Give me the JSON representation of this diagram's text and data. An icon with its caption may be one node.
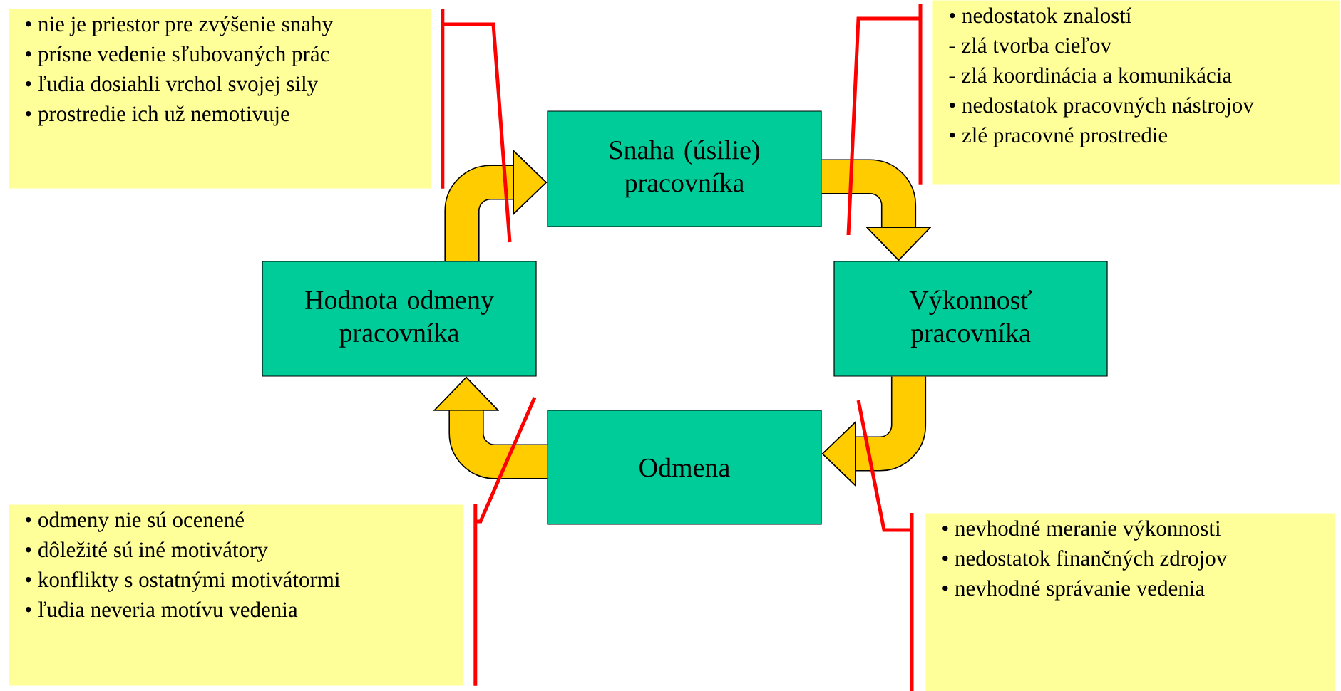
{
  "diagram": {
    "nodes": [
      {
        "text": [
          "• nie je priestor pre zvýšenie snahy",
          "• prísne vedenie sľubovaných prác",
          "• ľudia dosiahli vrchol svojej sily",
          "• prostredie ich už nemotivuje"
        ]
      },
      {
        "text": [
          "Snaha (úsilie) pracovníka"
        ]
      },
      {
        "text": [
          "• nedostatok znalostí",
          "- zlá tvorba cieľov",
          "- zlá koordinácia a komunikácia",
          "• nedostatok pracovných nástrojov",
          "• zlé pracovné prostredie"
        ]
      },
      {
        "text": [
          "Hodnota odmeny pracovníka"
        ]
      },
      {
        "text": [
          "Výkonnosť pracovníka"
        ]
      },
      {
        "text": [
          "Odmena"
        ]
      },
      {
        "text": [
          "• odmeny nie sú ocenené",
          "• dôležité sú iné motivátory",
          "• konflikty s ostatnými motivátormi",
          "• ľudia neveria motívu vedenia"
        ]
      },
      {
        "text": [
          "• nevhodné meranie výkonnosti",
          "• nedostatok finančných zdrojov",
          "• nevhodné správanie vedenia"
        ]
      }
    ],
    "edges": [
      {
        "from": 3,
        "to": 1,
        "arrow": "to",
        "style": "thick"
      },
      {
        "from": 1,
        "to": 4,
        "arrow": "to",
        "style": "thick"
      },
      {
        "from": 4,
        "to": 5,
        "arrow": "to",
        "style": "thick"
      },
      {
        "from": 5,
        "to": 3,
        "arrow": "to",
        "style": "thick"
      },
      {
        "from": 0,
        "to": null,
        "arrow": "none",
        "color": "#ff0000"
      },
      {
        "from": 2,
        "to": null,
        "arrow": "none",
        "color": "#ff0000"
      },
      {
        "from": 6,
        "to": null,
        "arrow": "none",
        "color": "#ff0000"
      },
      {
        "from": 7,
        "to": null,
        "arrow": "none",
        "color": "#ff0000"
      }
    ]
  }
}
